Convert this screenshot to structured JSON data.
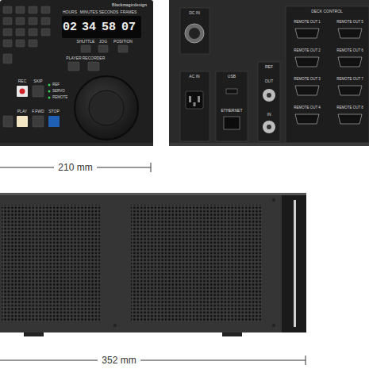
{
  "diagram": {
    "labels": [
      "HOURS",
      "MINUTES",
      "SECONDS",
      "FRAMES",
      "02",
      "34",
      "58",
      "07",
      "SHUTTLE",
      "JOG",
      "POSITION",
      "PLAYER",
      "RECORDER",
      "REC",
      "SKIP",
      "REF",
      "SERVO",
      "REMOTE",
      "PLAY",
      "F.FWD",
      "STOP",
      "Blackmagicdesign",
      "DC IN",
      "AC IN",
      "USB",
      "ETHERNET",
      "REF",
      "OUT",
      "IN",
      "DECK CONTROL",
      "REMOTE OUT 1",
      "REMOTE OUT 5",
      "REMOTE OUT 2",
      "REMOTE OUT 6",
      "REMOTE OUT 3",
      "REMOTE OUT 7",
      "REMOTE OUT 4",
      "REMOTE OUT 8",
      "210 mm",
      "352 mm"
    ]
  }
}
